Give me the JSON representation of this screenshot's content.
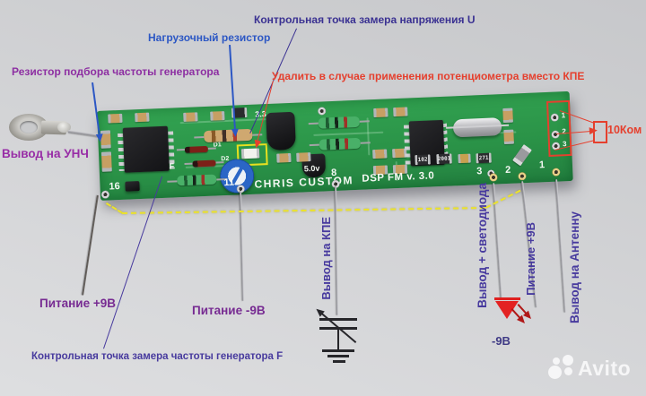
{
  "callouts": {
    "resistor_select": {
      "text": "Резистор подбора частоты генератора",
      "color": "#8d2fa2"
    },
    "load_resistor": {
      "text": "Нагрузочный резистор",
      "color": "#2c57c4"
    },
    "test_u": {
      "text": "Контрольная точка замера напряжения U",
      "color": "#3a3192"
    },
    "remove_pot": {
      "text": "Удалить в случае применения потенциометра вместо КПЕ",
      "color": "#e5402e"
    },
    "unch": {
      "text": "Вывод на УНЧ",
      "color": "#982da6"
    },
    "pot_value": {
      "text": "10Ком",
      "color": "#e5402e"
    },
    "pwr_plus": {
      "text": "Питание +9В",
      "color": "#772b92"
    },
    "pwr_minus": {
      "text": "Питание -9В",
      "color": "#772b92"
    },
    "test_f": {
      "text": "Контрольная точка замера частоты генератора F",
      "color": "#473a9e"
    },
    "kpe": {
      "text": "Вывод на КПЕ",
      "color": "#44349c"
    },
    "led": {
      "text": "Вывод + светодиода",
      "color": "#44349c"
    },
    "pwr_plus_v": {
      "text": "Питание +9В",
      "color": "#44349c"
    },
    "antenna": {
      "text": "Вывод на Антенну",
      "color": "#44349c"
    },
    "minus9": {
      "text": "-9В",
      "color": "#3f3a85"
    }
  },
  "board": {
    "brand": "CHRIS CUSTOM",
    "model": "DSP FM v. 3.0",
    "silk": {
      "v50": "5.0v",
      "r33": "3.3",
      "f": "F",
      "d1": "D1",
      "d2": "D2"
    },
    "pins": {
      "p16": "16",
      "p11": "11",
      "p8": "8",
      "p3": "3",
      "p2": "2",
      "p1": "1"
    },
    "header": [
      "1",
      "2",
      "3"
    ],
    "smd": [
      "102",
      "2001",
      "271"
    ],
    "pcb_color": "#2a9247",
    "highlight_dash_color": "#ece32b"
  },
  "watermark": {
    "brand": "Avito"
  }
}
